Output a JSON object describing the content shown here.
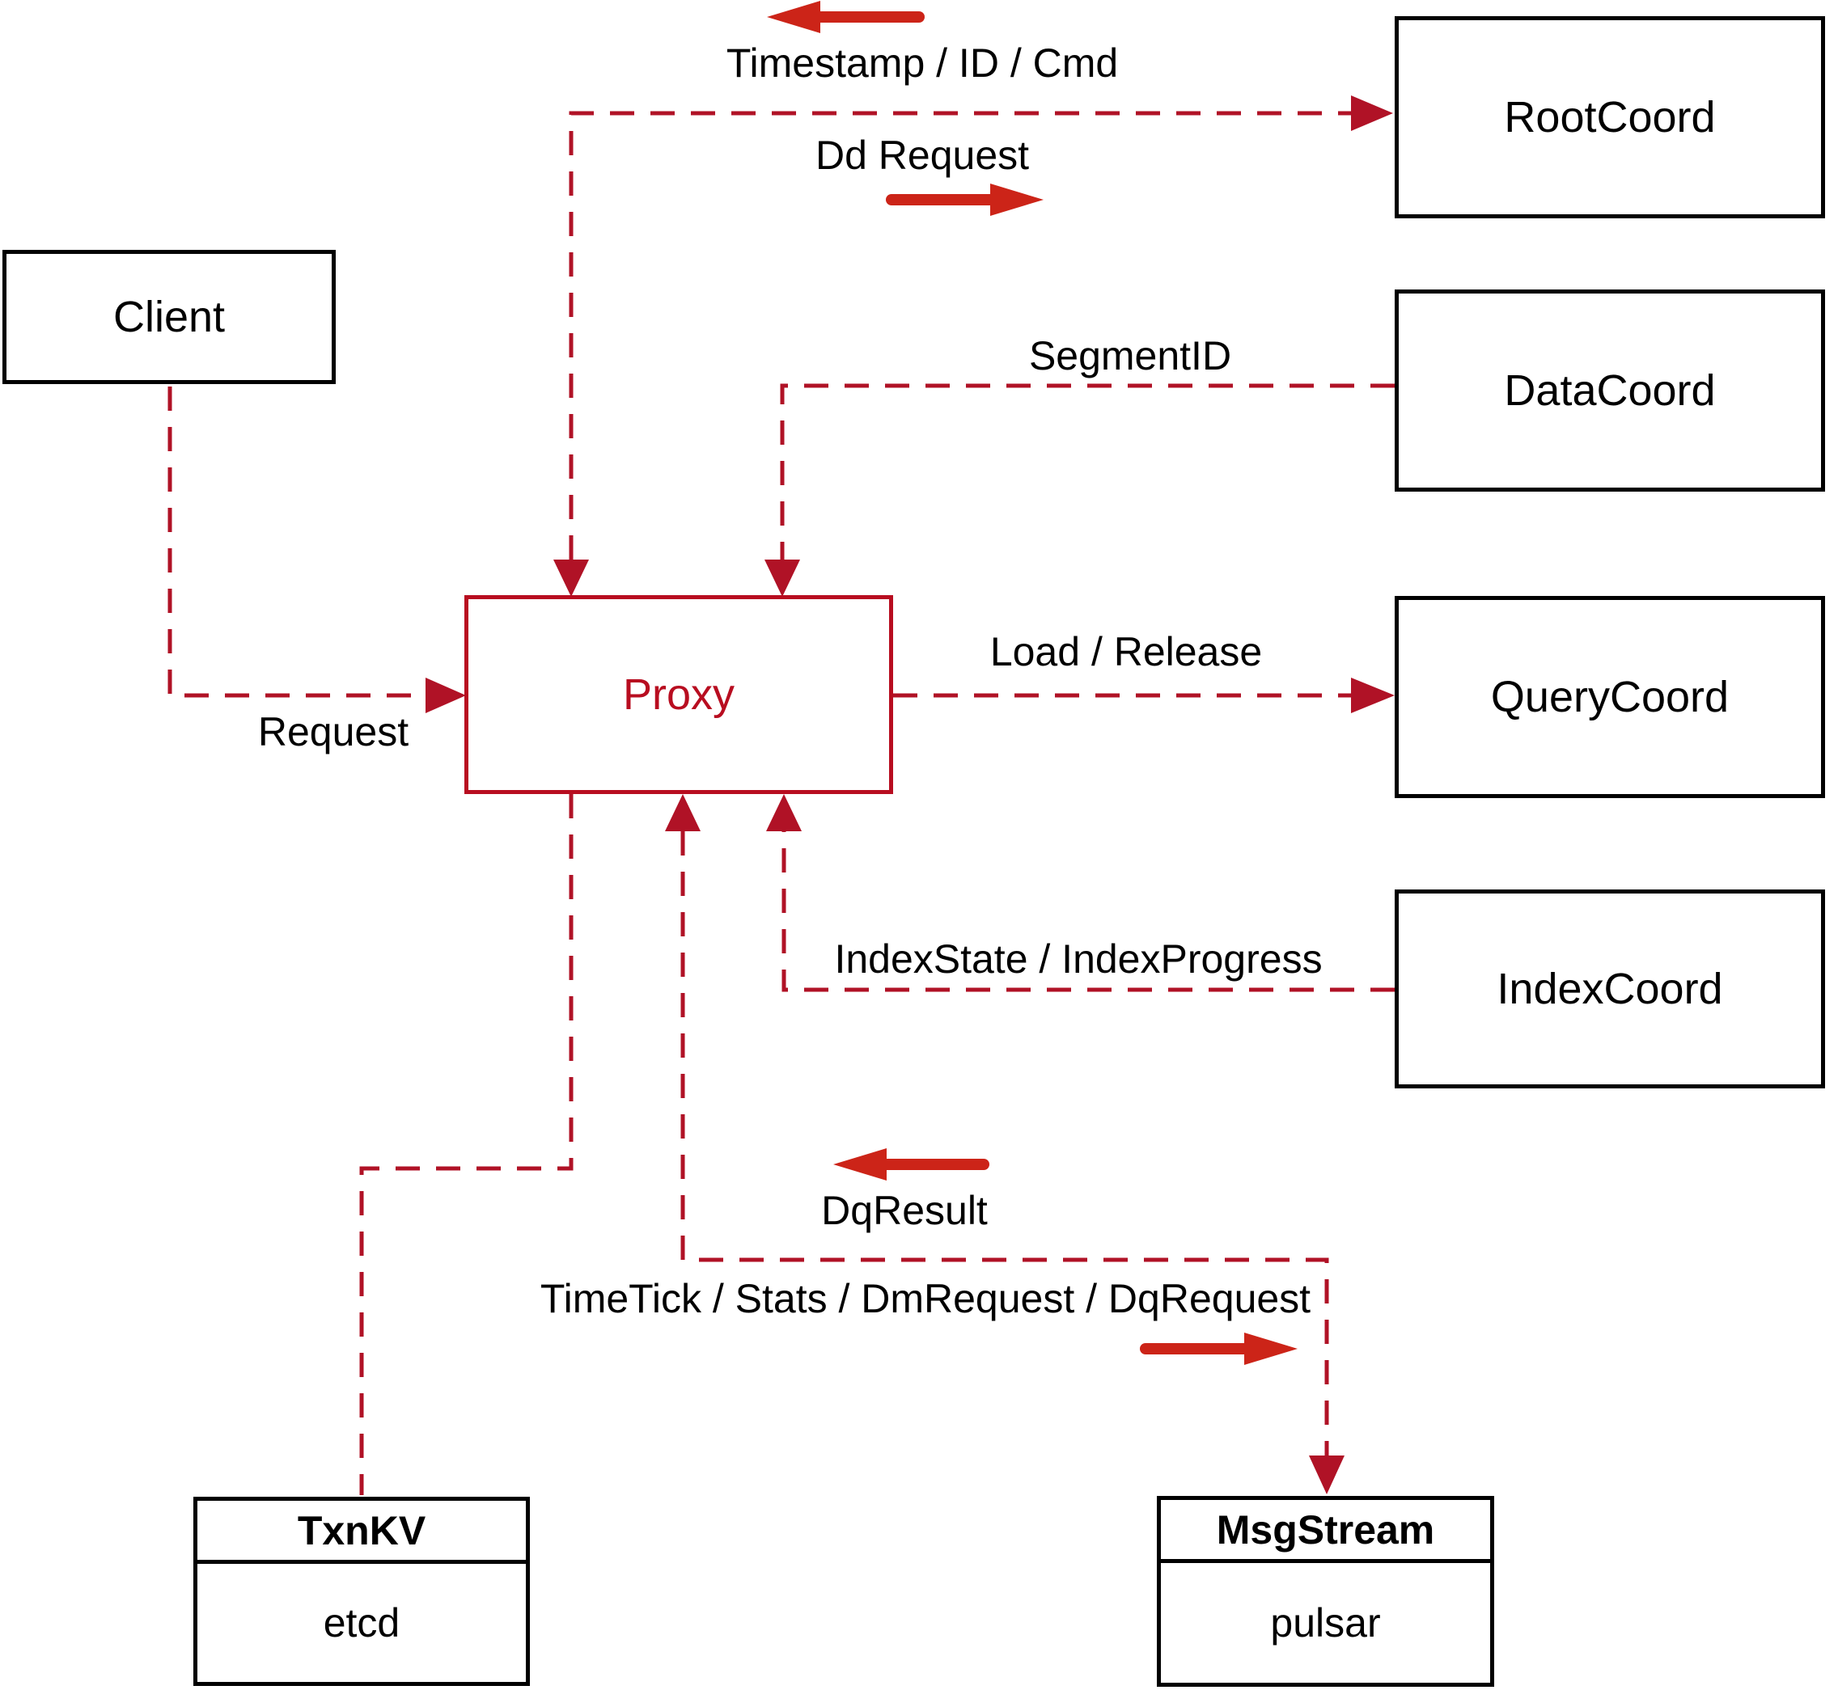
{
  "diagram": {
    "nodes": {
      "client": {
        "label": "Client"
      },
      "root_coord": {
        "label": "RootCoord"
      },
      "data_coord": {
        "label": "DataCoord"
      },
      "query_coord": {
        "label": "QueryCoord"
      },
      "index_coord": {
        "label": "IndexCoord"
      },
      "proxy": {
        "label": "Proxy"
      },
      "txn_kv": {
        "title": "TxnKV",
        "impl": "etcd"
      },
      "msg_stream": {
        "title": "MsgStream",
        "impl": "pulsar"
      }
    },
    "edge_labels": {
      "timestamp_id_cmd": "Timestamp / ID / Cmd",
      "dd_request": "Dd Request",
      "segment_id": "SegmentID",
      "load_release": "Load / Release",
      "index_state": "IndexState / IndexProgress",
      "request": "Request",
      "dq_result": "DqResult",
      "time_tick": "TimeTick / Stats / DmRequest / DqRequest"
    },
    "colors": {
      "dashed_line": "#b01226",
      "direction_arrow": "#cc2418",
      "proxy_accent": "#b80d20",
      "box_border": "#000000",
      "label_text": "#000000",
      "background": "#ffffff"
    }
  }
}
